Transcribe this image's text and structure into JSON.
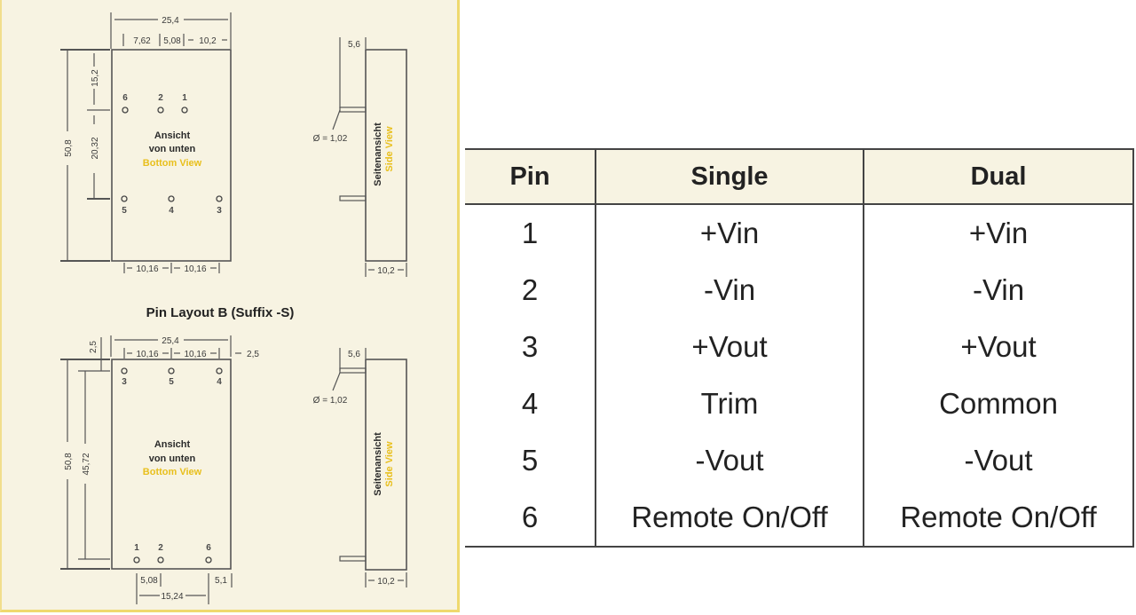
{
  "layout_a": {
    "dims": {
      "overall_width": "25,4",
      "offset_left": "7,62",
      "pitch_top": "5,08",
      "offset_right": "10,2",
      "top_to_pins": "15,2",
      "row_spacing": "20,32",
      "overall_height": "50,8",
      "pitch_bottom_1": "10,16",
      "pitch_bottom_2": "10,16"
    },
    "pins_top": [
      "6",
      "2",
      "1"
    ],
    "pins_bottom": [
      "5",
      "4",
      "3"
    ],
    "label_de_1": "Ansicht",
    "label_de_2": "von unten",
    "label_en": "Bottom View",
    "side": {
      "pin_length": "5,6",
      "pin_diameter": "Ø = 1,02",
      "depth": "10,2",
      "label_de": "Seitenansicht",
      "label_en": "Side View"
    }
  },
  "layout_b": {
    "title": "Pin Layout B (Suffix -S)",
    "dims": {
      "overall_width": "25,4",
      "top_offset": "2,5",
      "pitch_1": "10,16",
      "pitch_2": "10,16",
      "right_offset": "2,5",
      "overall_height": "50,8",
      "row_spacing": "45,72",
      "pitch_bottom": "5,08",
      "right_bottom": "5,1",
      "span_bottom": "15,24"
    },
    "pins_top": [
      "3",
      "5",
      "4"
    ],
    "pins_bottom": [
      "1",
      "2",
      "6"
    ],
    "label_de_1": "Ansicht",
    "label_de_2": "von unten",
    "label_en": "Bottom View",
    "side": {
      "pin_length": "5,6",
      "pin_diameter": "Ø = 1,02",
      "depth": "10,2",
      "label_de": "Seitenansicht",
      "label_en": "Side View"
    }
  },
  "table": {
    "headers": [
      "Pin",
      "Single",
      "Dual"
    ],
    "rows": [
      [
        "1",
        "+Vin",
        "+Vin"
      ],
      [
        "2",
        "-Vin",
        "-Vin"
      ],
      [
        "3",
        "+Vout",
        "+Vout"
      ],
      [
        "4",
        "Trim",
        "Common"
      ],
      [
        "5",
        "-Vout",
        "-Vout"
      ],
      [
        "6",
        "Remote On/Off",
        "Remote On/Off"
      ]
    ]
  },
  "colors": {
    "panel_bg": "#f7f3e2",
    "panel_border": "#efd96e",
    "accent_yellow": "#e8bf1c",
    "line": "#555555"
  }
}
